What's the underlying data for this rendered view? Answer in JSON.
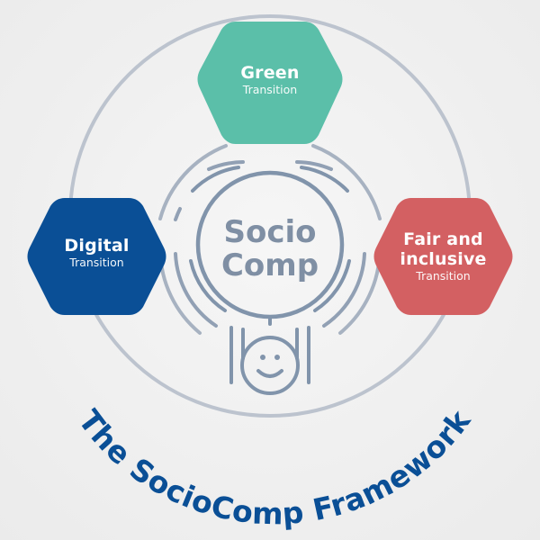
{
  "diagram": {
    "title": "The SocioComp Framework",
    "center": {
      "line1": "Socio",
      "line2": "Comp",
      "icon": "smiling-person-holding-circle-icon"
    },
    "nodes": [
      {
        "id": "green",
        "title": "Green",
        "subtitle": "Transition",
        "color": "#5bbfa9"
      },
      {
        "id": "digital",
        "title": "Digital",
        "subtitle": "Transition",
        "color": "#0a4f96"
      },
      {
        "id": "fair",
        "title": "Fair and inclusive",
        "title_line1": "Fair and",
        "title_line2": "inclusive",
        "subtitle": "Transition",
        "color": "#d36062"
      }
    ],
    "colors": {
      "background": "#f0f0f0",
      "outer_ring": "#bcc3ce",
      "inner_lines": "#8194ab",
      "title_text": "#0a4f96",
      "center_text": "#7f8fa4"
    }
  }
}
